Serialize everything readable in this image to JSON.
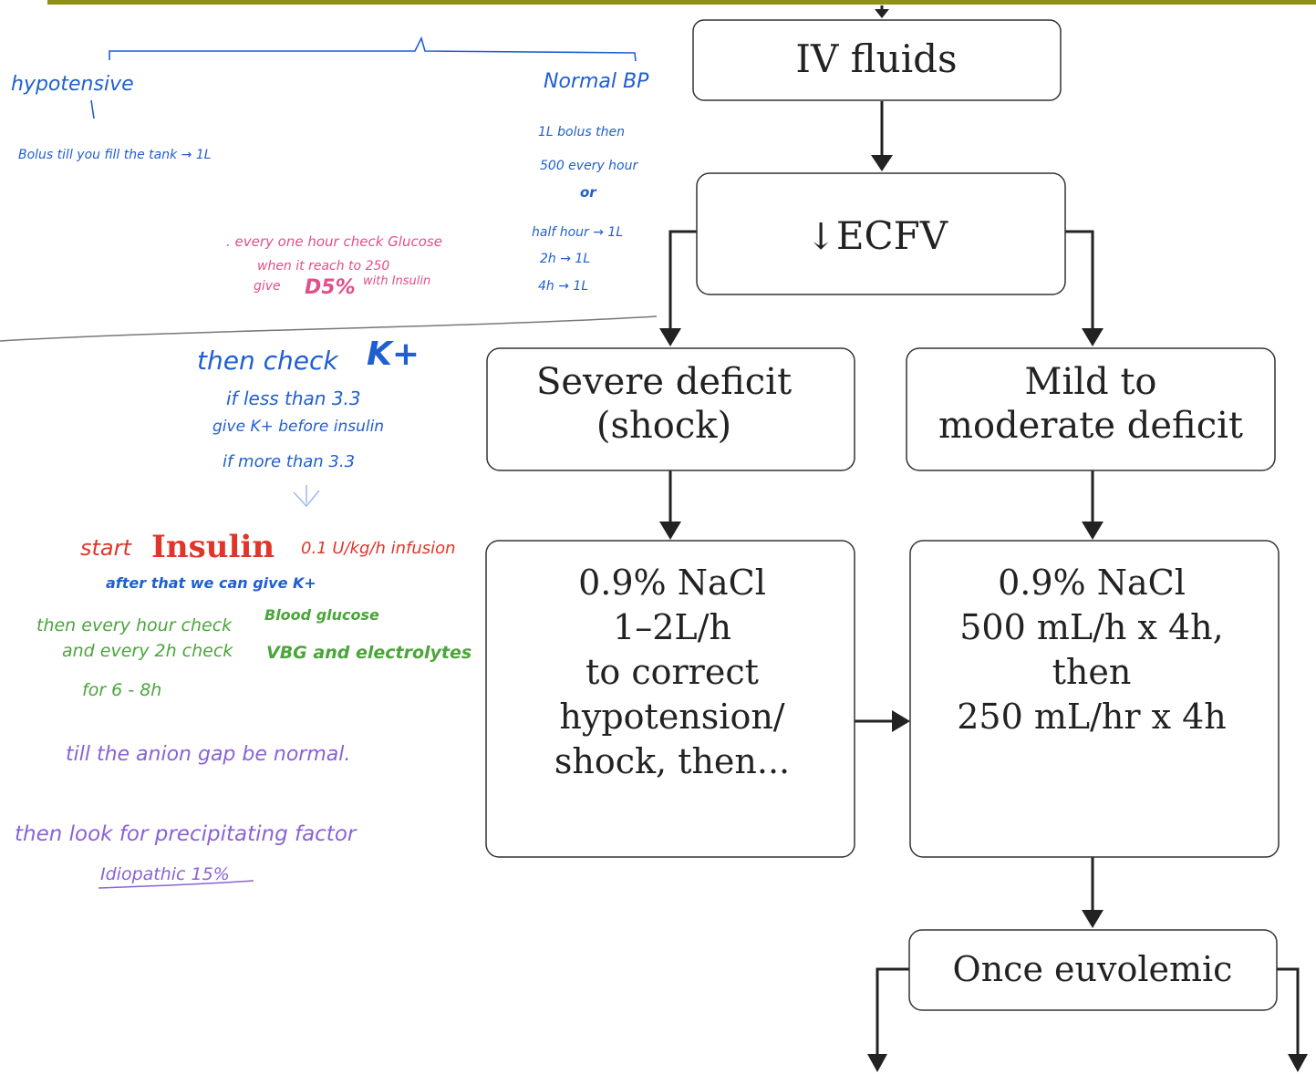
{
  "flowchart": {
    "iv_fluids": "IV fluids",
    "ecfv_arrow": "↓",
    "ecfv": "ECFV",
    "severe": [
      "Severe deficit",
      "(shock)"
    ],
    "mild": [
      "Mild to",
      "moderate deficit"
    ],
    "severe_tx": [
      "0.9% NaCl",
      "1–2L/h",
      "to correct",
      "hypotension/",
      "shock, then..."
    ],
    "mild_tx": [
      "0.9% NaCl",
      "500 mL/h x 4h,",
      "then",
      "250 mL/hr x 4h"
    ],
    "euvolemic": "Once euvolemic"
  },
  "notes": {
    "hypotensive": "hypotensive",
    "bolus": "Bolus till you fill the tank → 1L",
    "normal_bp": "Normal BP",
    "normal_bp_lines": [
      "1L bolus then",
      "500 every hour",
      "or",
      "half hour → 1L",
      "2h → 1L",
      "4h → 1L"
    ],
    "glucose_lines": [
      ". every one hour check Glucose",
      "when it reach to 250",
      "give"
    ],
    "d5": "D5%",
    "with_insulin": "with Insulin",
    "then_check": "then check",
    "k_plus": "K+",
    "potassium_lines": [
      "if less than 3.3",
      "give K+ before insulin",
      "if more than 3.3"
    ],
    "start": "start",
    "insulin": "Insulin",
    "insulin_dose": "0.1 U/kg/h infusion",
    "after_that": "after that we can give K+",
    "hourly_check": "then every hour check",
    "blood_glucose": "Blood glucose",
    "every_2h": "and every 2h check",
    "vbg": "VBG and electrolytes",
    "for_hours": "for 6 - 8h",
    "anion_gap": "till the anion gap be normal.",
    "precipitating": "then look for precipitating factor",
    "idiopathic": "Idiopathic 15%"
  },
  "colors": {
    "rule": "#8f9016",
    "blue": "#1f5fd0",
    "pink": "#e0508a",
    "red": "#e0352a",
    "green": "#4aa53a",
    "purple": "#8a62d6",
    "gray": "#777777"
  }
}
